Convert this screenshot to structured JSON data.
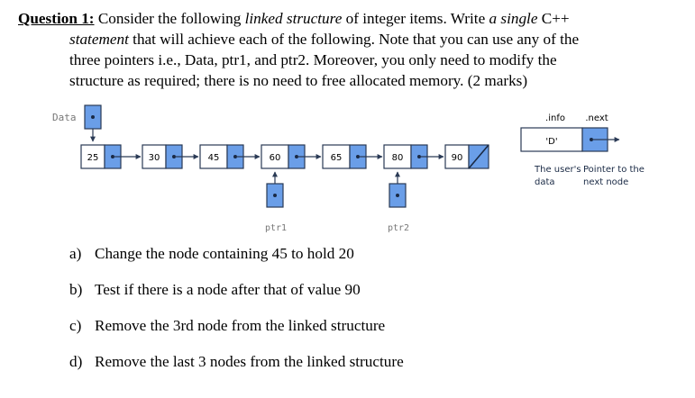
{
  "question": {
    "label": "Question 1:",
    "line1_a": "Consider the following ",
    "line1_em": "linked structure",
    "line1_b": " of integer items. Write ",
    "line1_em2": "a single",
    "line1_c": " C++",
    "line2_em": "statement",
    "line2_b": " that will achieve each of the following. Note that you can use any of the",
    "line3": "three pointers i.e., Data, ptr1, and ptr2. Moreover, you only need to modify the",
    "line4": "structure as required; there is no need to free allocated memory.  (2 marks)"
  },
  "diagram": {
    "head_label": "Data",
    "nodes": [
      "25",
      "30",
      "45",
      "60",
      "65",
      "80",
      "90"
    ],
    "ptr1_label": "ptr1",
    "ptr2_label": "ptr2",
    "colors": {
      "pointer_fill": "#6a9ee8",
      "stroke": "#2a3a55",
      "label_gray": "#777777"
    }
  },
  "legend": {
    "info_label": ".info",
    "next_label": ".next",
    "value": "'D'",
    "caption_left_1": "The user's",
    "caption_left_2": "data",
    "caption_right_1": "Pointer to the",
    "caption_right_2": "next node"
  },
  "subquestions": [
    {
      "letter": "a)",
      "text": "Change the node containing 45 to hold 20"
    },
    {
      "letter": "b)",
      "text": "Test if there is a node after that of value 90"
    },
    {
      "letter": "c)",
      "text": "Remove the 3rd node from the linked structure"
    },
    {
      "letter": "d)",
      "text": "Remove the last 3 nodes from the linked structure"
    }
  ]
}
